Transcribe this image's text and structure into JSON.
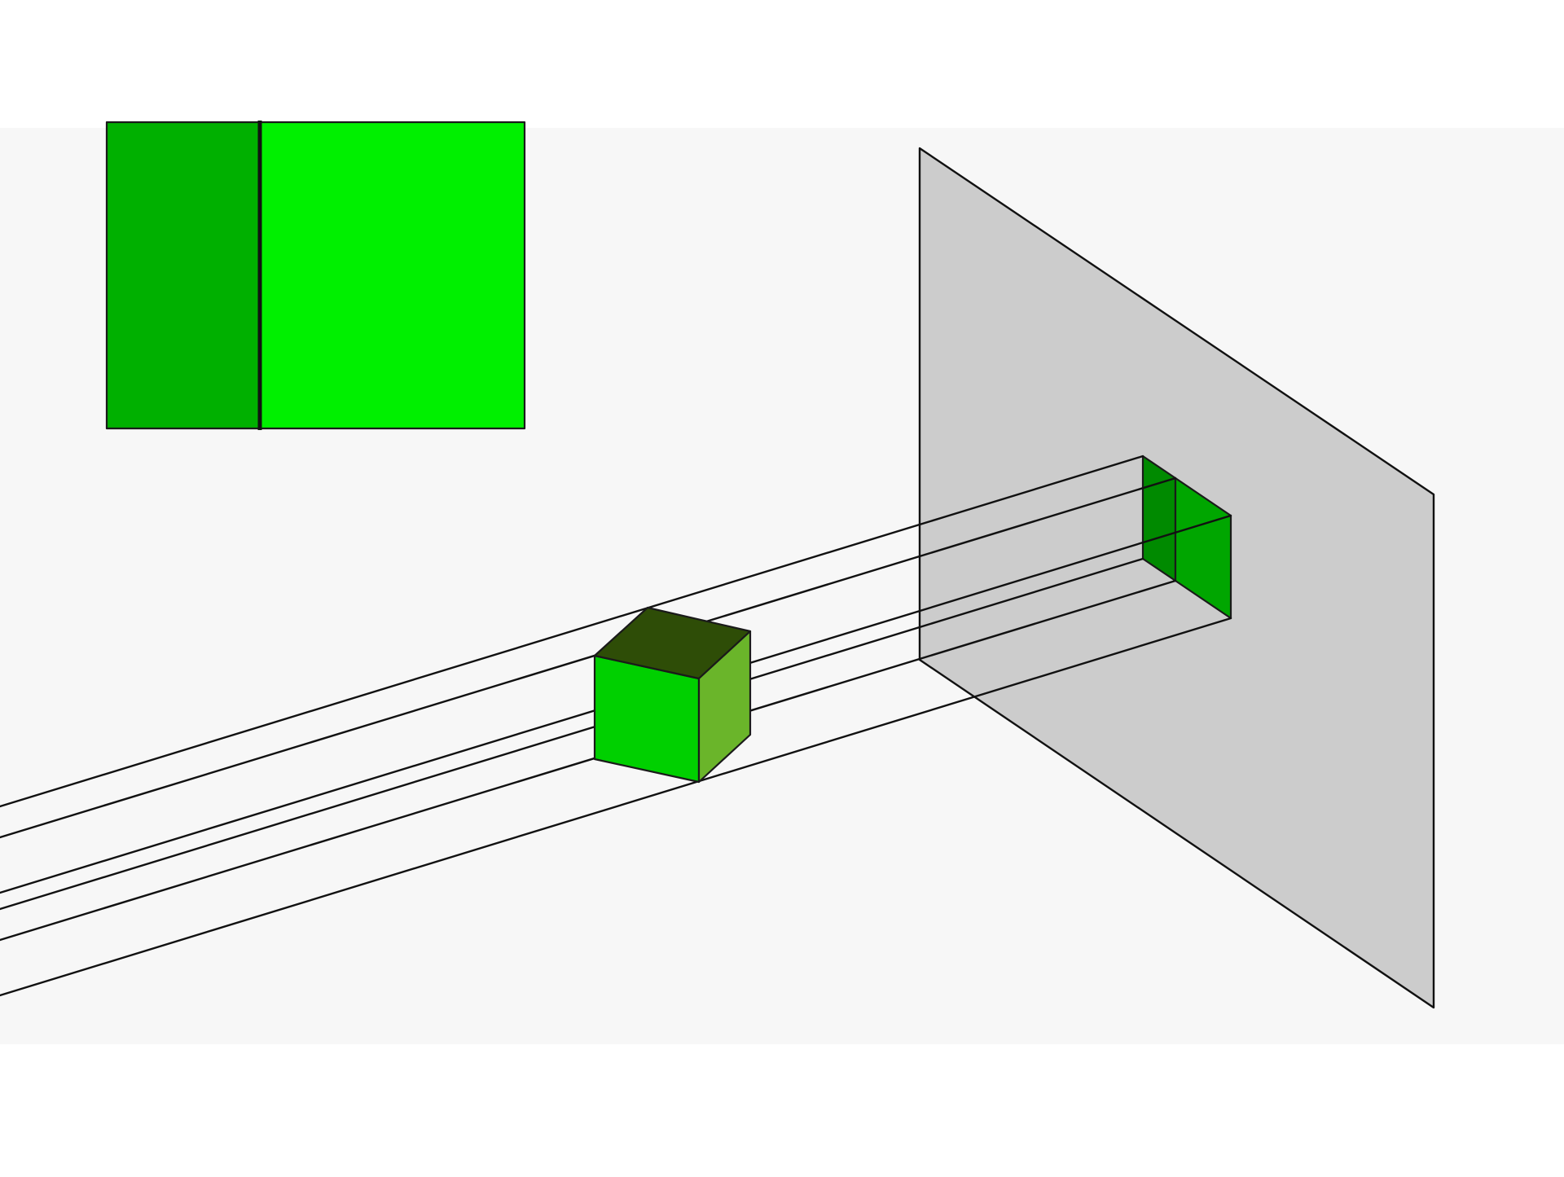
{
  "diagram": {
    "kind": "parallel-projection-of-cube",
    "colors": {
      "page_background": "#ffffff",
      "panel_background": "#f7f7f7",
      "projection_plane": "#cccccc",
      "projection_plane_edge": "#111111",
      "projector_lines": "#111111",
      "cube_front_face": "#00d000",
      "cube_top_face": "#2e4d07",
      "cube_right_face": "#6ab52a",
      "image_dark_face": "#008a00",
      "image_light_face": "#00a600",
      "inset_dark_face": "#00b000",
      "inset_light_face": "#00f000",
      "inset_divider": "#111111"
    },
    "inset": {
      "description_visible": false,
      "faces": [
        "left-face-dark",
        "right-face-light"
      ]
    },
    "elements": [
      "projection-plane",
      "projector-lines",
      "cube",
      "projected-image",
      "inset-view"
    ]
  }
}
